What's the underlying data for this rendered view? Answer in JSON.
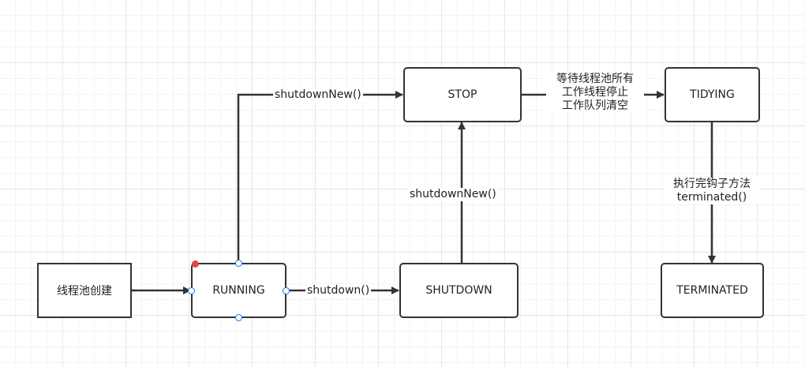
{
  "nodes": {
    "create": "线程池创建",
    "running": "RUNNING",
    "shutdown": "SHUTDOWN",
    "stop": "STOP",
    "tidying": "TIDYING",
    "terminated": "TERMINATED"
  },
  "edges": {
    "running_to_shutdown": "shutdown()",
    "running_to_stop": "shutdownNew()",
    "shutdown_to_stop": "shutdownNew()",
    "stop_to_tidying": [
      "等待线程池所有",
      "工作线程停止",
      "工作队列清空"
    ],
    "tidying_to_terminated": [
      "执行完钩子方法",
      "terminated()"
    ]
  },
  "colors": {
    "stroke": "#333333",
    "handle": "#1a73e8",
    "selected_dot": "#e04545"
  }
}
